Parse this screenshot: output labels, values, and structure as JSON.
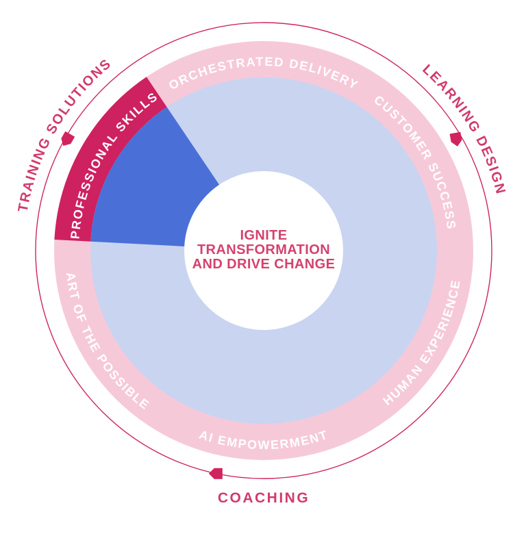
{
  "wheel": {
    "center_title": {
      "line1": "IGNITE",
      "line2": "TRANSFORMATION",
      "line3": "AND DRIVE CHANGE"
    },
    "ring_segments": [
      {
        "label": "ORCHESTRATED DELIVERY",
        "highlighted": false
      },
      {
        "label": "CUSTOMER SUCCESS",
        "highlighted": false
      },
      {
        "label": "HUMAN EXPERIENCE",
        "highlighted": false
      },
      {
        "label": "AI EMPOWERMENT",
        "highlighted": false
      },
      {
        "label": "ART OF THE POSSIBLE",
        "highlighted": false
      },
      {
        "label": "PROFESSIONAL SKILLS",
        "highlighted": true
      }
    ],
    "outer_labels": {
      "training_solutions": "TRAINING SOLUTIONS",
      "learning_design": "LEARNING DESIGN",
      "coaching": "COACHING"
    },
    "icons": {
      "marker": "pentagon-marker"
    },
    "colors": {
      "ring_pink": "#f6c9d9",
      "highlight_crimson": "#ce2160",
      "disc_blue": "#c9d4f1",
      "wedge_blue": "#4a70d8",
      "guide_line": "#d0245f",
      "marker_fill": "#d0245f",
      "label_crimson": "#d13b6c",
      "title_crimson": "#d5416f",
      "white": "#ffffff"
    }
  }
}
